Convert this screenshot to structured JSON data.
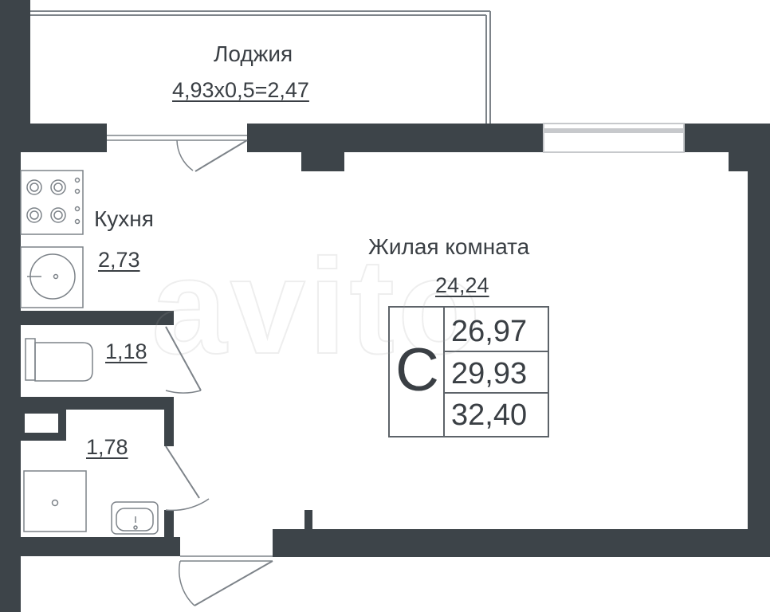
{
  "colors": {
    "wall": "#3d4449",
    "text": "#3a3f44",
    "line": "#7d8389",
    "window_fill": "#ffffff",
    "window_frame": "#c7c9cc"
  },
  "rooms": {
    "loggia": {
      "name": "Лоджия",
      "area": "4,93х0,5=2,47"
    },
    "kitchen": {
      "name": "Кухня",
      "area": "2,73"
    },
    "living": {
      "name": "Жилая комната",
      "area": "24,24"
    },
    "toilet": {
      "area": "1,18"
    },
    "bath": {
      "area": "1,78"
    }
  },
  "area_table": {
    "class_letter": "С",
    "totals": [
      "26,97",
      "29,93",
      "32,40"
    ]
  },
  "watermark": {
    "text": "avito"
  }
}
